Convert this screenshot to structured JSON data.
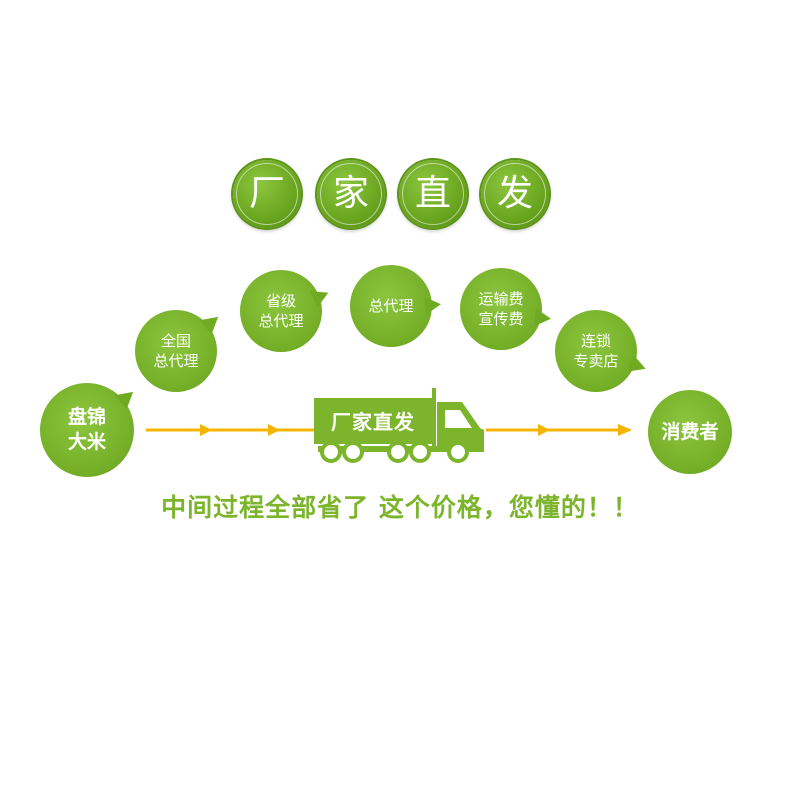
{
  "title": {
    "chars": [
      "厂",
      "家",
      "直",
      "发"
    ]
  },
  "nodes": {
    "source": {
      "line1": "盘锦",
      "line2": "大米"
    },
    "middlemen": [
      {
        "line1": "全国",
        "line2": "总代理"
      },
      {
        "line1": "省级",
        "line2": "总代理"
      },
      {
        "line1": "总代理",
        "line2": ""
      },
      {
        "line1": "运输费",
        "line2": "宣传费"
      },
      {
        "line1": "连锁",
        "line2": "专卖店"
      }
    ],
    "consumer": {
      "line1": "消费者"
    }
  },
  "truck": {
    "label": "厂家直发"
  },
  "slogan": "中间过程全部省了 这个价格，您懂的！！",
  "colors": {
    "green": "#7cb52c",
    "arrow": "#f5b400",
    "truck": "#7cb52c"
  }
}
